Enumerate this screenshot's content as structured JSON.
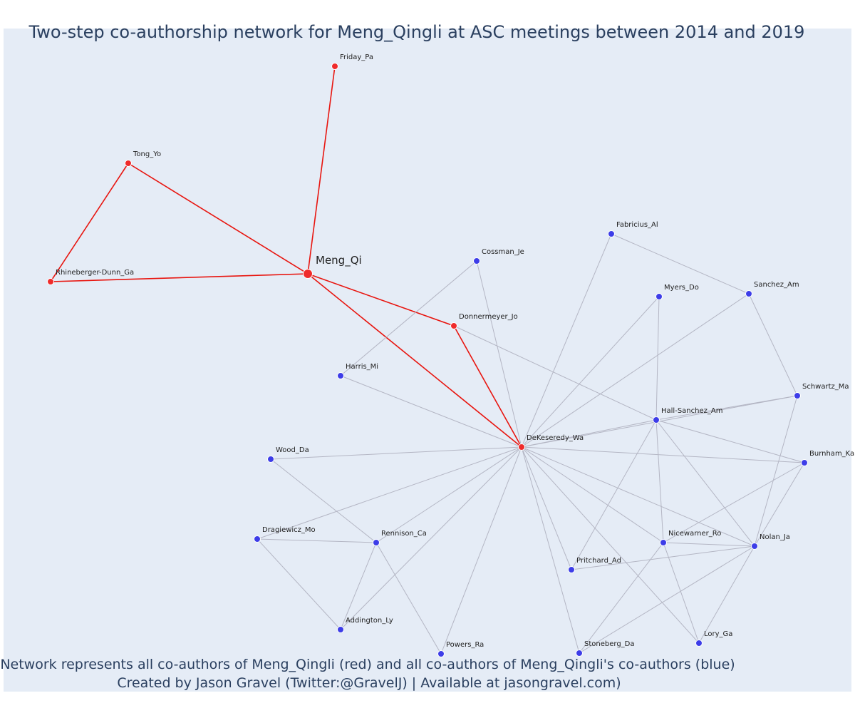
{
  "title": "Two-step co-authorship network for Meng_Qingli at ASC meetings between 2014 and 2019",
  "caption_line1": "Network represents all co-authors of Meng_Qingli (red) and all co-authors of Meng_Qingli's co-authors (blue)",
  "caption_line2": "Created by Jason Gravel (Twitter:@GravelJ) | Available at jasongravel.com)",
  "colors": {
    "background": "#e5ecf6",
    "red_node": "#ef2b2b",
    "blue_node": "#3d3de8",
    "red_edge": "#e8150f",
    "grey_edge": "#b4b6c4",
    "text": "#2a3f5f"
  },
  "chart_data": {
    "type": "network",
    "center": "Meng_Qi",
    "nodes": [
      {
        "id": "Meng_Qi",
        "group": "center"
      },
      {
        "id": "Friday_Pa",
        "group": "red"
      },
      {
        "id": "Tong_Yo",
        "group": "red"
      },
      {
        "id": "Rhineberger-Dunn_Ga",
        "group": "red"
      },
      {
        "id": "Donnermeyer_Jo",
        "group": "red"
      },
      {
        "id": "DeKeseredy_Wa",
        "group": "red"
      },
      {
        "id": "Cossman_Je",
        "group": "blue"
      },
      {
        "id": "Harris_Mi",
        "group": "blue"
      },
      {
        "id": "Fabricius_Al",
        "group": "blue"
      },
      {
        "id": "Myers_Do",
        "group": "blue"
      },
      {
        "id": "Sanchez_Am",
        "group": "blue"
      },
      {
        "id": "Schwartz_Ma",
        "group": "blue"
      },
      {
        "id": "Hall-Sanchez_Am",
        "group": "blue"
      },
      {
        "id": "Burnham_Ka",
        "group": "blue"
      },
      {
        "id": "Wood_Da",
        "group": "blue"
      },
      {
        "id": "Dragiewicz_Mo",
        "group": "blue"
      },
      {
        "id": "Rennison_Ca",
        "group": "blue"
      },
      {
        "id": "Nicewarner_Ro",
        "group": "blue"
      },
      {
        "id": "Nolan_Ja",
        "group": "blue"
      },
      {
        "id": "Pritchard_Ad",
        "group": "blue"
      },
      {
        "id": "Addington_Ly",
        "group": "blue"
      },
      {
        "id": "Powers_Ra",
        "group": "blue"
      },
      {
        "id": "Stoneberg_Da",
        "group": "blue"
      },
      {
        "id": "Lory_Ga",
        "group": "blue"
      }
    ],
    "edges": [
      [
        "Meng_Qi",
        "Friday_Pa"
      ],
      [
        "Meng_Qi",
        "Tong_Yo"
      ],
      [
        "Meng_Qi",
        "Rhineberger-Dunn_Ga"
      ],
      [
        "Tong_Yo",
        "Rhineberger-Dunn_Ga"
      ],
      [
        "Meng_Qi",
        "Donnermeyer_Jo"
      ],
      [
        "Meng_Qi",
        "DeKeseredy_Wa"
      ],
      [
        "Donnermeyer_Jo",
        "DeKeseredy_Wa"
      ],
      [
        "Cossman_Je",
        "Harris_Mi"
      ],
      [
        "Cossman_Je",
        "DeKeseredy_Wa"
      ],
      [
        "Fabricius_Al",
        "Sanchez_Am"
      ],
      [
        "Fabricius_Al",
        "DeKeseredy_Wa"
      ],
      [
        "Sanchez_Am",
        "Schwartz_Ma"
      ],
      [
        "Sanchez_Am",
        "DeKeseredy_Wa"
      ],
      [
        "Myers_Do",
        "DeKeseredy_Wa"
      ],
      [
        "Myers_Do",
        "Hall-Sanchez_Am"
      ],
      [
        "Donnermeyer_Jo",
        "Hall-Sanchez_Am"
      ],
      [
        "Harris_Mi",
        "DeKeseredy_Wa"
      ],
      [
        "Hall-Sanchez_Am",
        "DeKeseredy_Wa"
      ],
      [
        "Hall-Sanchez_Am",
        "Schwartz_Ma"
      ],
      [
        "Hall-Sanchez_Am",
        "Burnham_Ka"
      ],
      [
        "Hall-Sanchez_Am",
        "Nicewarner_Ro"
      ],
      [
        "Hall-Sanchez_Am",
        "Nolan_Ja"
      ],
      [
        "Hall-Sanchez_Am",
        "Pritchard_Ad"
      ],
      [
        "Schwartz_Ma",
        "DeKeseredy_Wa"
      ],
      [
        "Schwartz_Ma",
        "Nolan_Ja"
      ],
      [
        "Burnham_Ka",
        "DeKeseredy_Wa"
      ],
      [
        "Burnham_Ka",
        "Nolan_Ja"
      ],
      [
        "Burnham_Ka",
        "Nicewarner_Ro"
      ],
      [
        "Wood_Da",
        "DeKeseredy_Wa"
      ],
      [
        "Wood_Da",
        "Rennison_Ca"
      ],
      [
        "Dragiewicz_Mo",
        "DeKeseredy_Wa"
      ],
      [
        "Dragiewicz_Mo",
        "Rennison_Ca"
      ],
      [
        "Dragiewicz_Mo",
        "Addington_Ly"
      ],
      [
        "Rennison_Ca",
        "DeKeseredy_Wa"
      ],
      [
        "Rennison_Ca",
        "Addington_Ly"
      ],
      [
        "Rennison_Ca",
        "Powers_Ra"
      ],
      [
        "Addington_Ly",
        "DeKeseredy_Wa"
      ],
      [
        "Powers_Ra",
        "DeKeseredy_Wa"
      ],
      [
        "Nicewarner_Ro",
        "DeKeseredy_Wa"
      ],
      [
        "Nicewarner_Ro",
        "Nolan_Ja"
      ],
      [
        "Nicewarner_Ro",
        "Stoneberg_Da"
      ],
      [
        "Nicewarner_Ro",
        "Lory_Ga"
      ],
      [
        "Nolan_Ja",
        "DeKeseredy_Wa"
      ],
      [
        "Nolan_Ja",
        "Pritchard_Ad"
      ],
      [
        "Nolan_Ja",
        "Stoneberg_Da"
      ],
      [
        "Nolan_Ja",
        "Lory_Ga"
      ],
      [
        "Pritchard_Ad",
        "DeKeseredy_Wa"
      ],
      [
        "Stoneberg_Da",
        "DeKeseredy_Wa"
      ],
      [
        "Lory_Ga",
        "DeKeseredy_Wa"
      ]
    ]
  }
}
